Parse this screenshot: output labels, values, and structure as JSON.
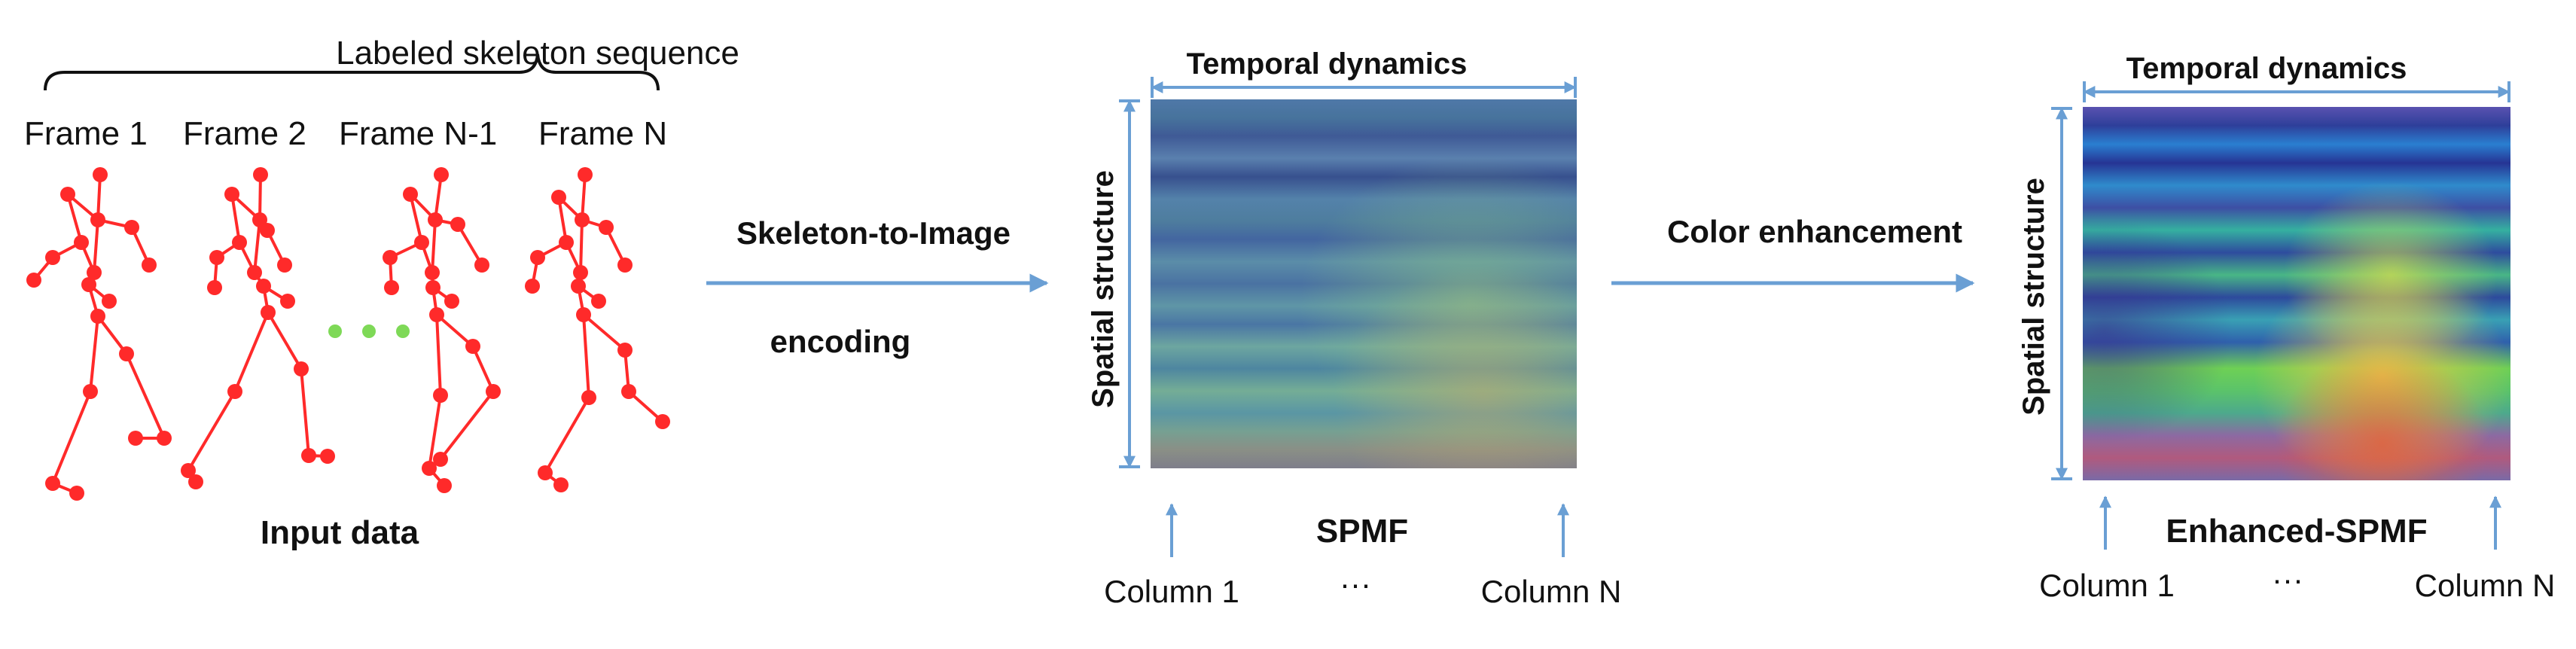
{
  "input": {
    "header": "Labeled skeleton sequence",
    "frames": [
      "Frame 1",
      "Frame 2",
      "Frame N-1",
      "Frame N"
    ],
    "caption": "Input data"
  },
  "encoding": {
    "label_line1": "Skeleton-to-Image",
    "label_line2": "encoding"
  },
  "spmf": {
    "temporal_label": "Temporal dynamics",
    "spatial_label": "Spatial structure",
    "caption": "SPMF",
    "col_first": "Column 1",
    "col_dots": "···",
    "col_last": "Column N"
  },
  "enhance": {
    "label": "Color enhancement"
  },
  "enhanced_spmf": {
    "temporal_label": "Temporal dynamics",
    "spatial_label": "Spatial structure",
    "caption": "Enhanced-SPMF",
    "col_first": "Column 1",
    "col_dots": "···",
    "col_last": "Column N"
  },
  "colors": {
    "skeleton": "#ff2a2a",
    "dots": "#7ed957",
    "arrow": "#6a9fd4"
  }
}
